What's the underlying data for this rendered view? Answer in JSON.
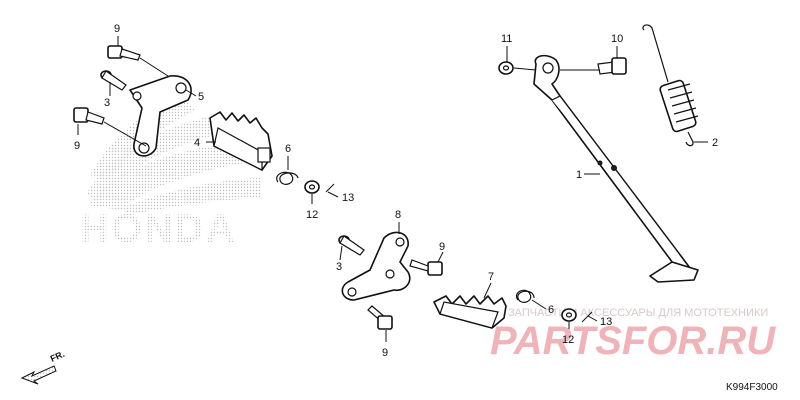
{
  "brand": "HONDA",
  "diagram_code": "K994F3000",
  "direction_label": "FR.",
  "watermark": {
    "caption": "ЗАПЧАСТИ И АКСЕССУАРЫ ДЛЯ МОТОТЕХНИКИ",
    "logo_text": "PARTSFOR.RU",
    "color": "#f0b3b8"
  },
  "part_numbers": {
    "n1": "1",
    "n2": "2",
    "n3a": "3",
    "n3b": "3",
    "n4": "4",
    "n5": "5",
    "n6a": "6",
    "n6b": "6",
    "n7": "7",
    "n8": "8",
    "n9a": "9",
    "n9b": "9",
    "n9c": "9",
    "n9d": "9",
    "n10": "10",
    "n11": "11",
    "n12a": "12",
    "n12b": "12",
    "n13a": "13",
    "n13b": "13"
  }
}
